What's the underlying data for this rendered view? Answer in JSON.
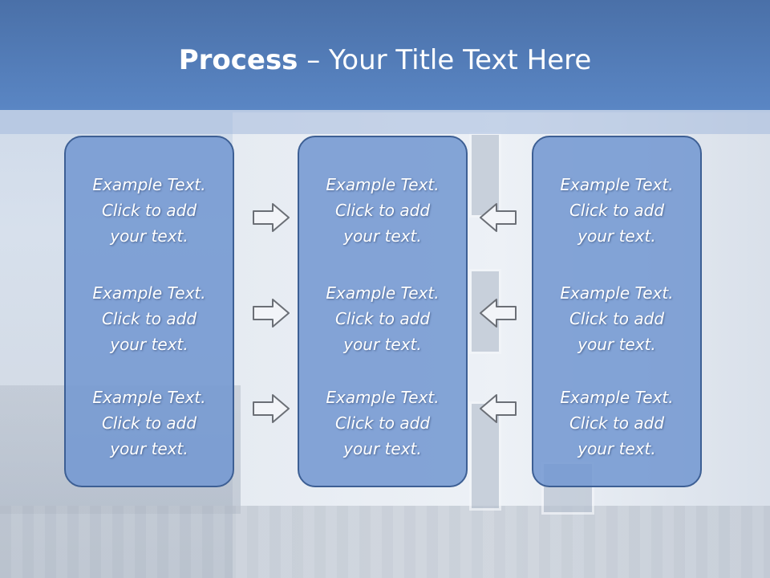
{
  "title": {
    "bold": "Process",
    "rest": " – Your Title Text Here"
  },
  "columns": [
    {
      "items": [
        {
          "lines": [
            "Example Text.",
            "Click  to add",
            "your text."
          ]
        },
        {
          "lines": [
            "Example Text.",
            "Click  to add",
            "your text."
          ]
        },
        {
          "lines": [
            "Example Text.",
            "Click  to add",
            "your text."
          ]
        }
      ]
    },
    {
      "items": [
        {
          "lines": [
            "Example Text.",
            "Click  to add",
            "your text."
          ]
        },
        {
          "lines": [
            "Example Text.",
            "Click  to add",
            "your text."
          ]
        },
        {
          "lines": [
            "Example Text.",
            "Click  to add",
            "your text."
          ]
        }
      ]
    },
    {
      "items": [
        {
          "lines": [
            "Example Text.",
            "Click  to add",
            "your text."
          ]
        },
        {
          "lines": [
            "Example Text.",
            "Click  to add",
            "your text."
          ]
        },
        {
          "lines": [
            "Example Text.",
            "Click  to add",
            "your text."
          ]
        }
      ]
    }
  ],
  "arrows": {
    "left_group": "right-arrow-icon",
    "right_group": "left-arrow-icon"
  },
  "colors": {
    "header": "#5a86c4",
    "box_fill": "#7498d2",
    "box_border": "#3d5f94",
    "text": "#ffffff"
  }
}
